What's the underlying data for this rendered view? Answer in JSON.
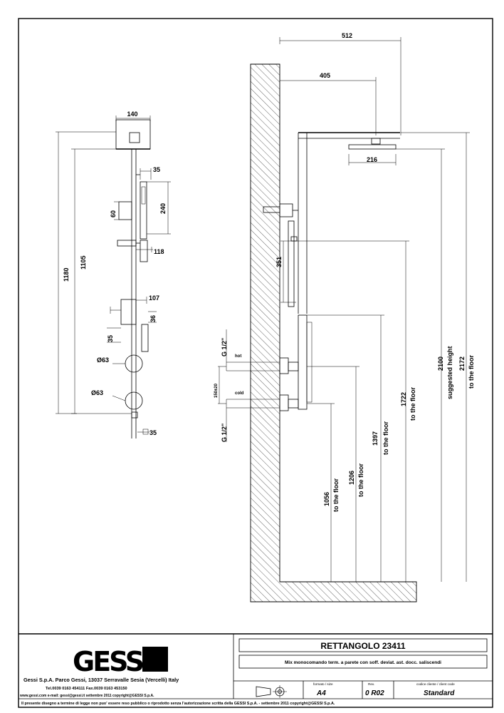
{
  "left_view": {
    "dim_140": "140",
    "dim_35_top": "35",
    "dim_240": "240",
    "dim_60": "60",
    "dim_118": "118",
    "dim_107": "107",
    "dim_36": "36",
    "dim_35_mid": "35",
    "dim_1180": "1180",
    "dim_1105": "1105",
    "dia_63_a": "Ø63",
    "dia_63_b": "Ø63",
    "dim_35_bottom": "35"
  },
  "right_view": {
    "dim_512": "512",
    "dim_405": "405",
    "dim_216": "216",
    "dim_351": "351",
    "label_hot": "hot",
    "label_cold": "cold",
    "thread_top": "G 1/2\"",
    "thread_bottom": "G 1/2\"",
    "dim_150": "150±20",
    "dim_1056": "1056",
    "dim_1206": "1206",
    "dim_1397": "1397",
    "dim_1722": "1722",
    "dim_2100": "2100",
    "dim_2172": "2172",
    "to_floor": "to the floor",
    "suggested_height": "suggested height"
  },
  "title_block": {
    "logo_text": "GESSI",
    "product_title": "RETTANGOLO 23411",
    "product_desc": "Mix monocomando term. a parete con soff. deviat. ast. docc. saliscendi",
    "company_line": "Gessi S.p.A. Parco Gessi, 13037 Serravalle Sesia (Vercelli) Italy",
    "phone_line": "Tel.0039 0163 454111  Fax.0039 0163 453150",
    "web_line": "www.gessi.com  e-mail: gessi@gessi.it  settembre 2011 copyright@GESSI S.p.A.",
    "format_head": "formato / size",
    "format_val": "A4",
    "rev_head": "Rev.",
    "rev_val": "0  R02",
    "code_head": "codice cliente / client code",
    "code_val": "Standard",
    "disclaimer": "Il presente disegno a termine di legge non puo' essere reso pubblico o riprodotto senza l'autorizzazione scritta della GESSI S.p.A. - settembre 2011 copyright@GESSI S.p.A."
  }
}
